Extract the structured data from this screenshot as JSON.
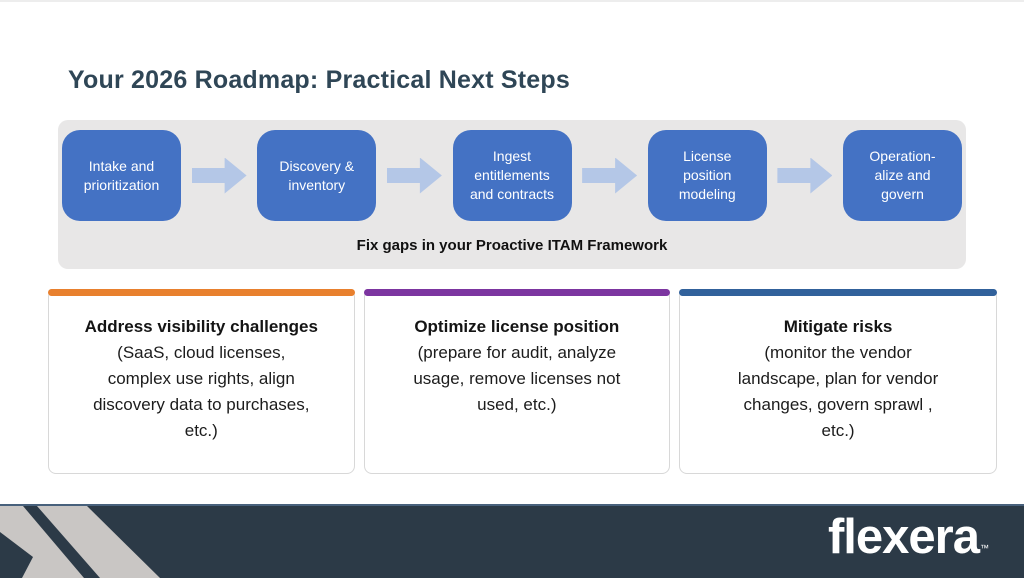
{
  "slide": {
    "title": "Your 2026 Roadmap: Practical Next Steps"
  },
  "flow": {
    "panel_color": "#e8e7e7",
    "box_color": "#4472c4",
    "arrow_color": "#b4c7e7",
    "steps": [
      {
        "label": "Intake and\nprioritization"
      },
      {
        "label": "Discovery &\ninventory"
      },
      {
        "label": "Ingest\nentitlements\nand contracts"
      },
      {
        "label": "License\nposition\nmodeling"
      },
      {
        "label": "Operation-\nalize and\ngovern"
      }
    ],
    "caption": "Fix gaps in your Proactive ITAM Framework"
  },
  "cards": [
    {
      "title": "Address visibility challenges",
      "body": "(SaaS, cloud licenses,\ncomplex use rights, align\ndiscovery data to purchases,\netc.)",
      "accent": "#e8802e"
    },
    {
      "title": "Optimize license position",
      "body": "(prepare for audit, analyze\nusage, remove licenses not\nused, etc.)",
      "accent": "#7c35a0"
    },
    {
      "title": "Mitigate risks",
      "body": "(monitor the vendor\nlandscape, plan for vendor\nchanges, govern sprawl ,\netc.)",
      "accent": "#31619b"
    }
  ],
  "footer": {
    "logo": "flexera",
    "trademark": "™",
    "bg_color": "#2c3a47",
    "stripe_color": "#c9c6c4",
    "top_line_color": "#48617c"
  }
}
